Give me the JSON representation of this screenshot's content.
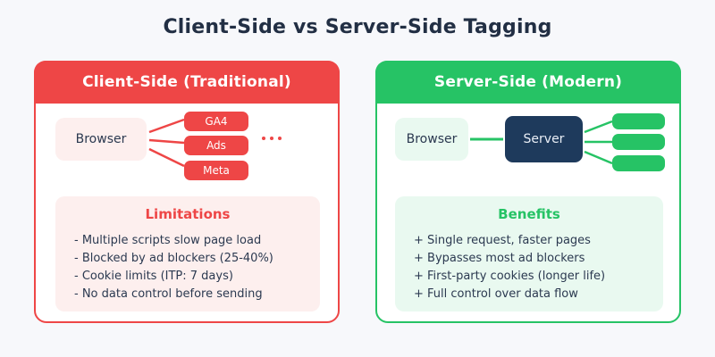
{
  "title": "Client-Side vs Server-Side Tagging",
  "left_panel": {
    "header": "Client-Side (Traditional)",
    "browser_label": "Browser",
    "tags": [
      "GA4",
      "Ads",
      "Meta"
    ],
    "more_icon": "ellipsis-dots",
    "section": {
      "title": "Limitations",
      "items": [
        "- Multiple scripts slow page load",
        "- Blocked by ad blockers (25-40%)",
        "- Cookie limits (ITP: 7 days)",
        "- No data control before sending"
      ]
    }
  },
  "right_panel": {
    "header": "Server-Side (Modern)",
    "browser_label": "Browser",
    "server_label": "Server",
    "endpoint_count": 3,
    "section": {
      "title": "Benefits",
      "items": [
        "+ Single request, faster pages",
        "+ Bypasses most ad blockers",
        "+ First-party cookies (longer life)",
        "+ Full control over data flow"
      ]
    }
  },
  "colors": {
    "background": "#f7f8fb",
    "red": "#ee4646",
    "pink": "#fdefee",
    "green": "#26c365",
    "mint": "#e9f9f0",
    "navy": "#1e3a5c",
    "text_dark": "#222f44"
  }
}
